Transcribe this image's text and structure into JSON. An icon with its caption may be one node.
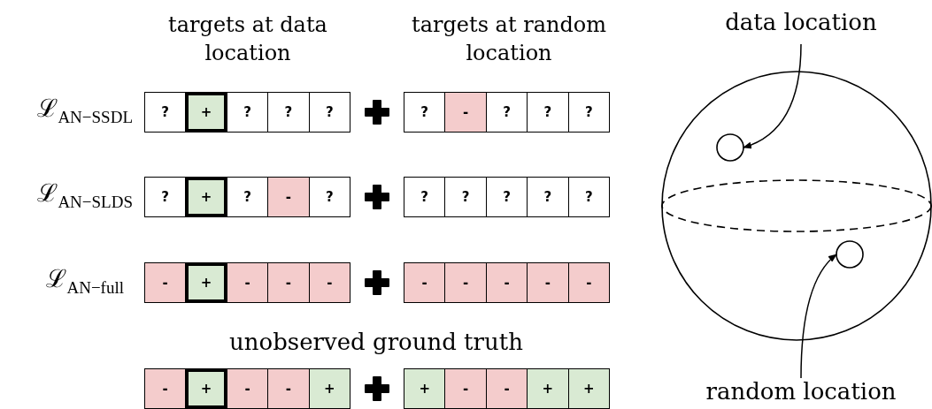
{
  "diagram": {
    "nodes": [
      {
        "text": [
          "data location"
        ]
      },
      {
        "text": [],
        "shape": "circle"
      },
      {
        "text": [],
        "shape": "circle",
        "in": 1
      },
      {
        "text": [],
        "shape": "circle",
        "in": 1
      },
      {
        "text": [
          "random location"
        ]
      },
      {
        "text": [
          "?"
        ]
      },
      {
        "text": [
          "+"
        ]
      },
      {
        "text": [
          "?"
        ]
      },
      {
        "text": [
          "?"
        ]
      },
      {
        "text": [
          "?"
        ]
      },
      {
        "text": [
          "?"
        ]
      },
      {
        "text": [
          "-"
        ]
      },
      {
        "text": [
          "?"
        ]
      },
      {
        "text": [
          "?"
        ]
      },
      {
        "text": [
          "?"
        ]
      },
      {
        "text": [
          "?"
        ]
      },
      {
        "text": [
          "+"
        ]
      },
      {
        "text": [
          "?"
        ]
      },
      {
        "text": [
          "-"
        ]
      },
      {
        "text": [
          "?"
        ]
      },
      {
        "text": [
          "?"
        ]
      },
      {
        "text": [
          "?"
        ]
      },
      {
        "text": [
          "?"
        ]
      },
      {
        "text": [
          "?"
        ]
      },
      {
        "text": [
          "?"
        ]
      },
      {
        "text": [
          "-"
        ]
      },
      {
        "text": [
          "+"
        ]
      },
      {
        "text": [
          "-"
        ]
      },
      {
        "text": [
          "-"
        ]
      },
      {
        "text": [
          "-"
        ]
      },
      {
        "text": [
          "-"
        ]
      },
      {
        "text": [
          "-"
        ]
      },
      {
        "text": [
          "-"
        ]
      },
      {
        "text": [
          "-"
        ]
      },
      {
        "text": [
          "-"
        ]
      },
      {
        "text": [
          "-"
        ]
      },
      {
        "text": [
          "+"
        ]
      },
      {
        "text": [
          "-"
        ]
      },
      {
        "text": [
          "-"
        ]
      },
      {
        "text": [
          "+"
        ]
      },
      {
        "text": [
          "+"
        ]
      },
      {
        "text": [
          "-"
        ]
      },
      {
        "text": [
          "-"
        ]
      },
      {
        "text": [
          "+"
        ]
      },
      {
        "text": [
          "+"
        ]
      }
    ],
    "edges": [
      {
        "from": 0,
        "to": 2,
        "arrow": "to"
      },
      {
        "from": 4,
        "to": 3,
        "arrow": "to"
      }
    ],
    "labels": [
      "targets at data location",
      "targets at random location",
      "ℒ$_{AN−SSDL}$",
      "ℒ$_{AN−SLDS}$",
      "ℒ$_{AN−full}$",
      "unobserved ground truth"
    ]
  }
}
